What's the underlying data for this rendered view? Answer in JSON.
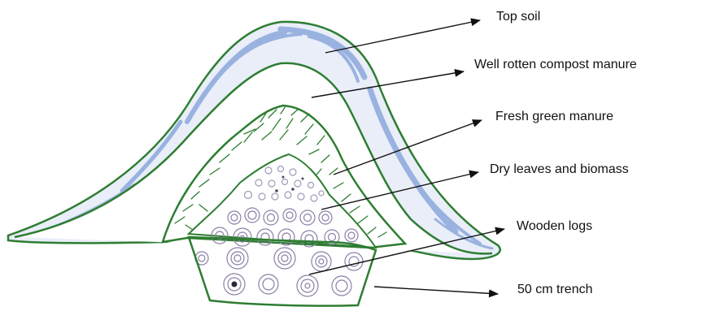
{
  "diagram": {
    "labels": [
      {
        "id": "top-soil",
        "text": "Top soil"
      },
      {
        "id": "compost",
        "text": "Well rotten compost manure"
      },
      {
        "id": "green-manure",
        "text": "Fresh green manure"
      },
      {
        "id": "dry-leaves",
        "text": "Dry leaves and biomass"
      },
      {
        "id": "wooden-logs",
        "text": "Wooden logs"
      },
      {
        "id": "trench",
        "text": "50 cm trench"
      }
    ],
    "colors": {
      "outline": "#2e7d32",
      "top_soil_fill": "#7f9fd8",
      "logs": "#8c7fa6",
      "pebbles": "#9e9ab8",
      "arrow": "#111111"
    }
  }
}
